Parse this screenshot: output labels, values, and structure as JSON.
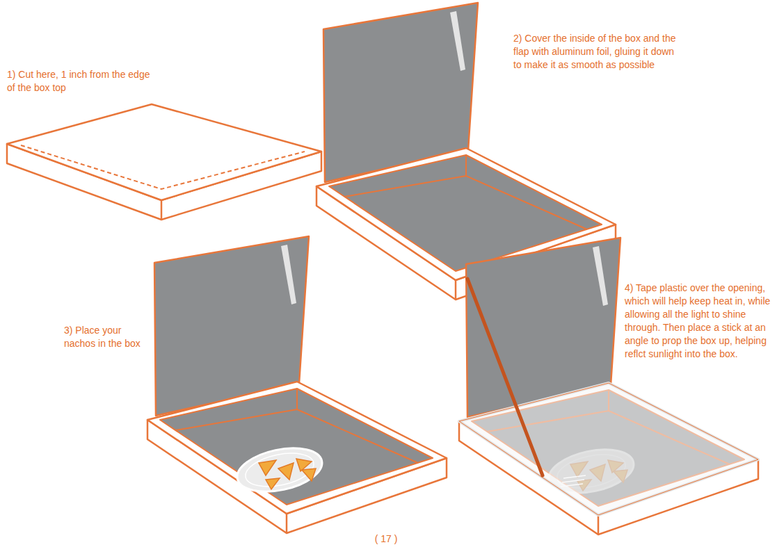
{
  "diagram": {
    "labels": [
      "1) Cut here, 1 inch from the edge of the box top",
      "2) Cover the inside of the box and the flap with aluminum foil, gluing it down to make it as smooth as possible",
      "3) Place your nachos in the box",
      "4) Tape plastic over the opening, which will help keep heat in, while allowing all the light to shine through. Then place a stick at an angle to prop the box up, helping reflct sunlight into the box.",
      "( 17 )"
    ]
  }
}
